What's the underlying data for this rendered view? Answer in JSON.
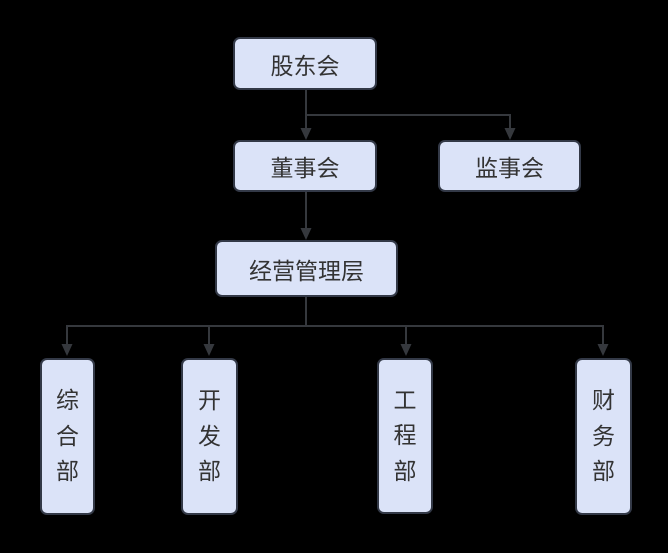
{
  "diagram": {
    "type": "org-chart",
    "background_color": "#000000",
    "node_fill_color": "#dbe3f8",
    "node_border_color": "#333947",
    "connector_color": "#35383d",
    "text_color": "#333333",
    "nodes": [
      {
        "id": "shareholders",
        "label": "股东会",
        "level": 1
      },
      {
        "id": "board",
        "label": "董事会",
        "level": 2
      },
      {
        "id": "supervisory",
        "label": "监事会",
        "level": 2
      },
      {
        "id": "management",
        "label": "经营管理层",
        "level": 3
      },
      {
        "id": "general",
        "label": "综合部",
        "level": 4
      },
      {
        "id": "development",
        "label": "开发部",
        "level": 4
      },
      {
        "id": "engineering",
        "label": "工程部",
        "level": 4
      },
      {
        "id": "finance",
        "label": "财务部",
        "level": 4
      }
    ],
    "edges": [
      {
        "from": "股东会",
        "to": "董事会"
      },
      {
        "from": "股东会",
        "to": "监事会"
      },
      {
        "from": "董事会",
        "to": "经营管理层"
      },
      {
        "from": "经营管理层",
        "to": "综合部"
      },
      {
        "from": "经营管理层",
        "to": "开发部"
      },
      {
        "from": "经营管理层",
        "to": "工程部"
      },
      {
        "from": "经营管理层",
        "to": "财务部"
      }
    ]
  }
}
